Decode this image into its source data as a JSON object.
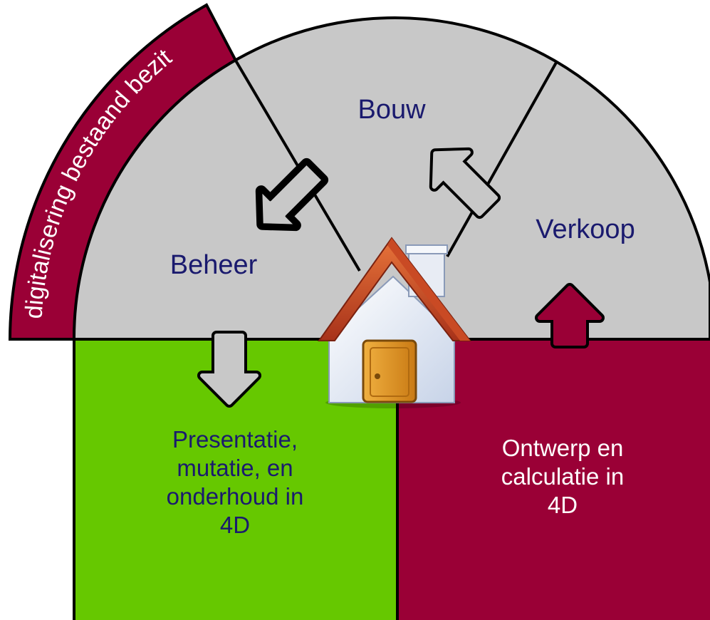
{
  "segments": {
    "bouw": "Bouw",
    "verkoop": "Verkoop",
    "beheer": "Beheer"
  },
  "arc_band_label": "digitalisering bestaand bezit",
  "boxes": {
    "left": {
      "lines": [
        "Presentatie,",
        "mutatie, en",
        "onderhoud  in",
        "4D"
      ]
    },
    "right": {
      "lines": [
        "Ontwerp en",
        "calculatie in",
        "4D"
      ]
    }
  },
  "icons": {
    "center": "house-icon"
  },
  "colors": {
    "semicircle": "#c8c8c8",
    "band": "#9a0036",
    "green_box": "#66c800",
    "red_box": "#9a0036",
    "label_text": "#1a1a6e",
    "outline": "#000000"
  }
}
